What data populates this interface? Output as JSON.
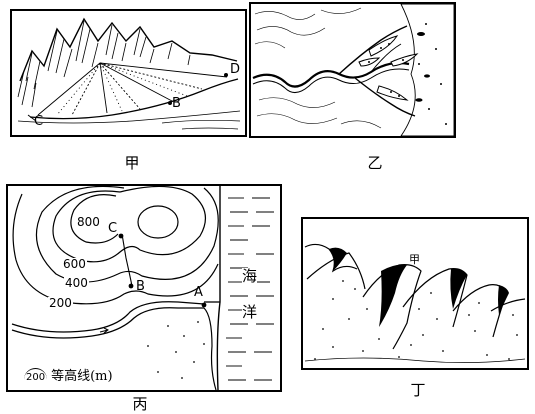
{
  "panels": {
    "jia": {
      "caption": "甲",
      "points": [
        "C",
        "B",
        "D"
      ]
    },
    "yi": {
      "caption": "乙"
    },
    "bing": {
      "caption": "丙",
      "points": [
        "C",
        "B",
        "A"
      ],
      "contours": [
        "800",
        "600",
        "400",
        "200"
      ],
      "sea_label": [
        "海",
        "洋"
      ],
      "legend": {
        "icon_value": "200",
        "text": "等高线(m)"
      }
    },
    "ding": {
      "caption": "丁",
      "marker": "甲"
    }
  }
}
